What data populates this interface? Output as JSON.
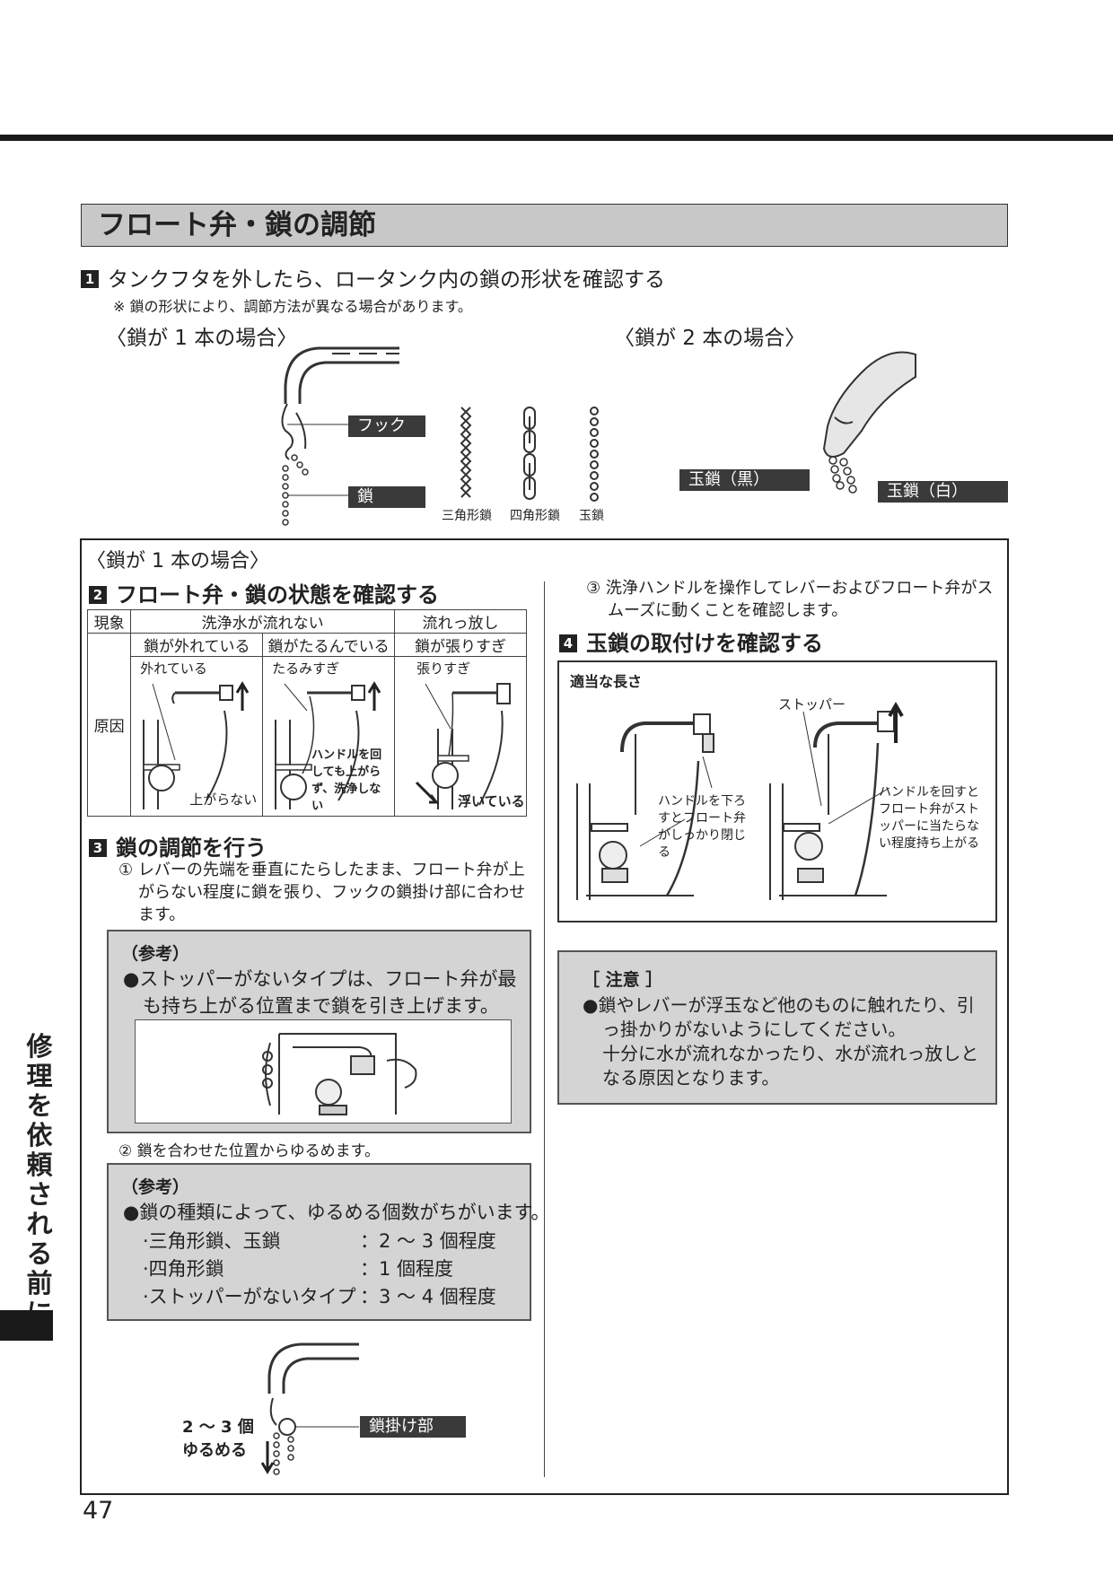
{
  "section_title": "フロート弁・鎖の調節",
  "step1": {
    "num": "1",
    "title": "タンクフタを外したら、ロータンク内の鎖の形状を確認する",
    "note": "※ 鎖の形状により、調節方法が異なる場合があります。",
    "case_one": "〈鎖が 1 本の場合〉",
    "case_two": "〈鎖が 2 本の場合〉",
    "label_hook": "フック",
    "label_chain": "鎖",
    "chain_types": [
      "三角形鎖",
      "四角形鎖",
      "玉鎖"
    ],
    "label_black": "玉鎖（黒）",
    "label_white": "玉鎖（白）"
  },
  "box_heading": "〈鎖が 1 本の場合〉",
  "step2": {
    "num": "2",
    "title": "フロート弁・鎖の状態を確認する",
    "table": {
      "col_phenomenon": "現象",
      "no_flow": "洗浄水が流れない",
      "runs_on": "流れっ放し",
      "col_cause": "原因",
      "cases": [
        "鎖が外れている",
        "鎖がたるんでいる",
        "鎖が張りすぎ"
      ],
      "tags": [
        "外れている",
        "たるみすぎ",
        "張りすぎ"
      ],
      "notes": [
        "上がらない",
        "ハンドルを回しても上がらず、洗浄しない",
        "浮いている"
      ]
    }
  },
  "step3": {
    "num": "3",
    "title": "鎖の調節を行う",
    "item1": "① レバーの先端を垂直にたらしたまま、フロート弁が上がらない程度に鎖を張り、フックの鎖掛け部に合わせます。",
    "ref_label": "（参考）",
    "ref1_text": "●ストッパーがないタイプは、フロート弁が最も持ち上がる位置まで鎖を引き上げます。",
    "item2": "② 鎖を合わせた位置からゆるめます。",
    "ref2_text": "●鎖の種類によって、ゆるめる個数がちがいます。",
    "ref2_rows": [
      {
        "type": "·三角形鎖、玉鎖",
        "count": "：2 ～ 3 個程度"
      },
      {
        "type": "·四角形鎖",
        "count": "：1 個程度"
      },
      {
        "type": "·ストッパーがないタイプ",
        "count": "：3 ～ 4 個程度"
      }
    ],
    "loosen_label": "2 ～ 3 個 ゆるめる",
    "hook_part": "鎖掛け部"
  },
  "item3": "③ 洗浄ハンドルを操作してレバーおよびフロート弁がスムーズに動くことを確認します。",
  "step4": {
    "num": "4",
    "title": "玉鎖の取付けを確認する",
    "box_title": "適当な長さ",
    "stopper": "ストッパー",
    "left_note": "ハンドルを下ろすとフロート弁がしっかり閉じる",
    "right_note": "ハンドルを回すとフロート弁がストッパーに当たらない程度持ち上がる"
  },
  "caution": {
    "title": "［ 注意 ］",
    "text1": "●鎖やレバーが浮玉など他のものに触れたり、引っ掛かりがないようにしてください。",
    "text2": "十分に水が流れなかったり、水が流れっ放しとなる原因となります。"
  },
  "side_tab": "修理を依頼される前に",
  "page_number": "47"
}
